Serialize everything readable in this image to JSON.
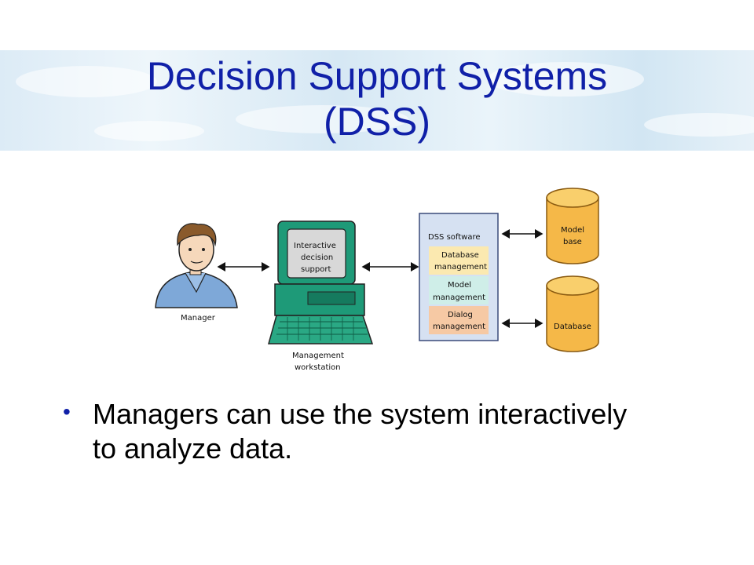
{
  "slide": {
    "title_line1": "Decision Support Systems",
    "title_line2": "(DSS)"
  },
  "diagram": {
    "manager_label": "Manager",
    "screen_line1": "Interactive",
    "screen_line2": "decision",
    "screen_line3": "support",
    "workstation_line1": "Management",
    "workstation_line2": "workstation",
    "dss_title": "DSS software",
    "db_mgmt_line1": "Database",
    "db_mgmt_line2": "management",
    "model_mgmt_line1": "Model",
    "model_mgmt_line2": "management",
    "dialog_mgmt_line1": "Dialog",
    "dialog_mgmt_line2": "management",
    "model_base_line1": "Model",
    "model_base_line2": "base",
    "database_label": "Database",
    "colors": {
      "db_mgmt_fill": "#fbe9b0",
      "model_mgmt_fill": "#cfeee8",
      "dialog_mgmt_fill": "#f6c9a4",
      "cylinder_fill": "#f5b848",
      "monitor_fill": "#1e9a78",
      "screen_fill": "#d8d8d8",
      "shirt_fill": "#7ea8d8"
    }
  },
  "bullets": [
    "Managers can use the system interactively to analyze data."
  ]
}
